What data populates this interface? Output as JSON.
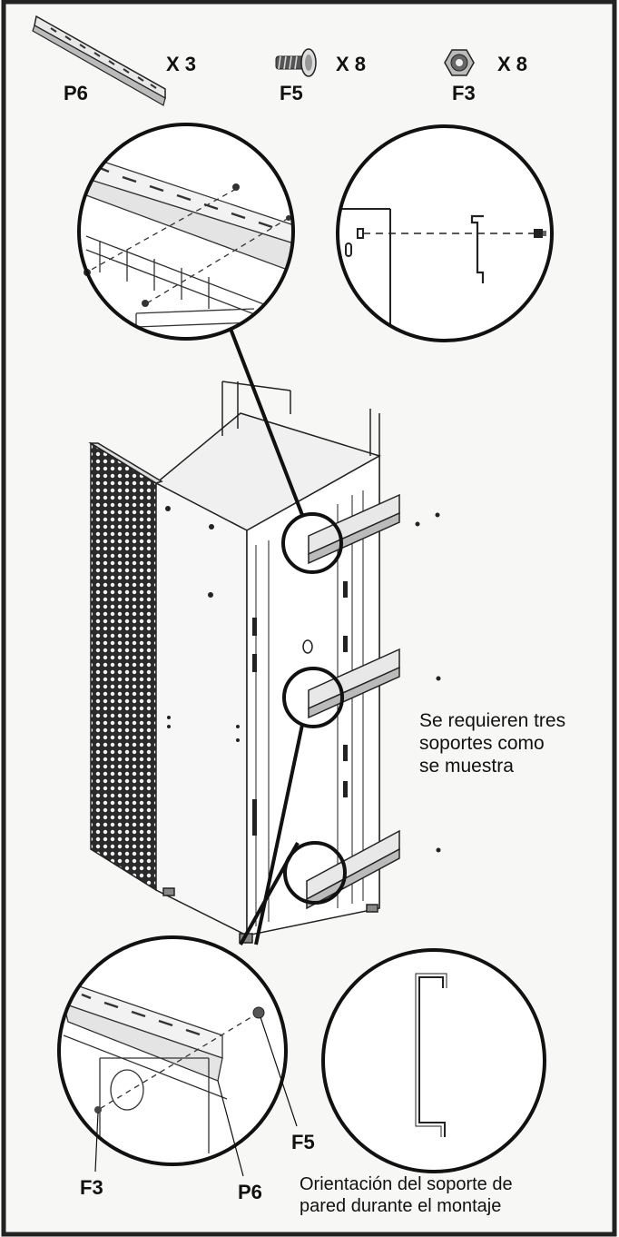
{
  "parts": [
    {
      "code": "P6",
      "qty": "X 3"
    },
    {
      "code": "F5",
      "qty": "X 8"
    },
    {
      "code": "F3",
      "qty": "X 8"
    }
  ],
  "callouts": {
    "f3": "F3",
    "p6": "P6",
    "f5": "F5"
  },
  "note": [
    "Se requieren tres",
    "soportes como",
    "se muestra"
  ],
  "orientation_note": [
    "Orientación del soporte de",
    "pared durante el montaje"
  ]
}
